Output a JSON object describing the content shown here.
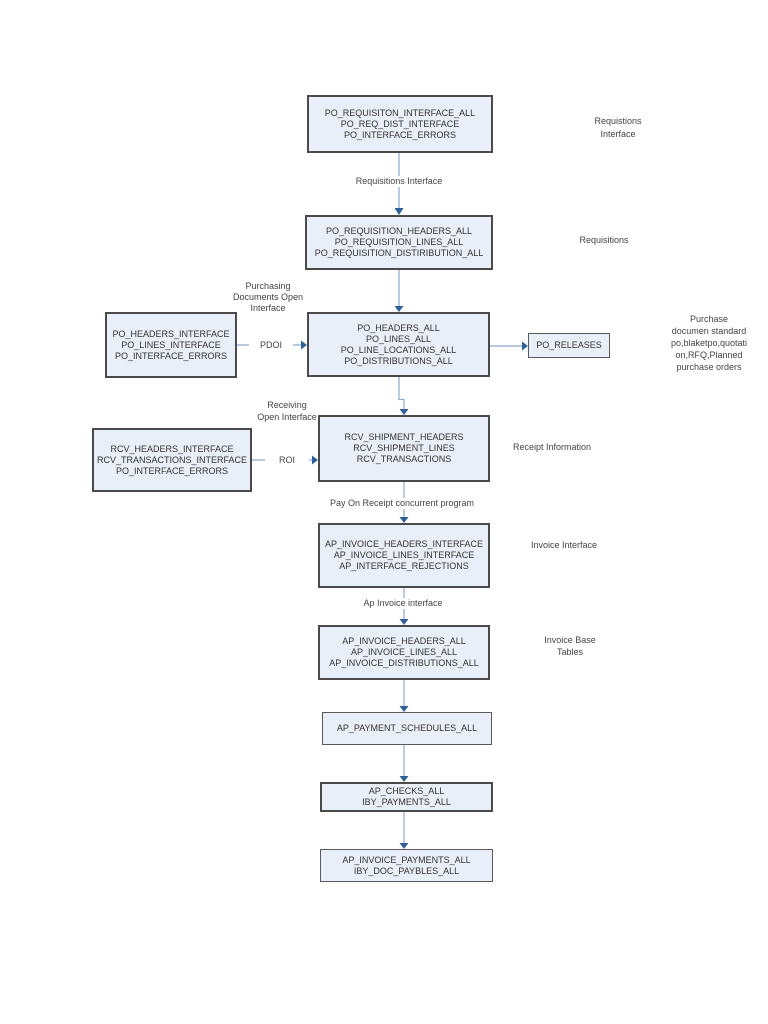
{
  "colors": {
    "box_fill": "#e9eff8",
    "box_border": "#4a4a4a",
    "connector_line": "#8ca9c9",
    "arrowhead": "#2f5f97",
    "text": "#333333"
  },
  "boxes": {
    "po_requisition_interface": {
      "lines": [
        "PO_REQUISITON_INTERFACE_ALL",
        "PO_REQ_DIST_INTERFACE",
        "PO_INTERFACE_ERRORS"
      ]
    },
    "po_requisition": {
      "lines": [
        "PO_REQUISITION_HEADERS_ALL",
        "PO_REQUISITION_LINES_ALL",
        "PO_REQUISITION_DISTIRIBUTION_ALL"
      ]
    },
    "po_interface": {
      "lines": [
        "PO_HEADERS_INTERFACE",
        "PO_LINES_INTERFACE",
        "PO_INTERFACE_ERRORS"
      ]
    },
    "po_base": {
      "lines": [
        "PO_HEADERS_ALL",
        "PO_LINES_ALL",
        "PO_LINE_LOCATIONS_ALL",
        "PO_DISTRIBUTIONS_ALL"
      ]
    },
    "po_releases": {
      "lines": [
        "PO_RELEASES"
      ]
    },
    "rcv_interface": {
      "lines": [
        "RCV_HEADERS_INTERFACE",
        "RCV_TRANSACTIONS_INTERFACE",
        "PO_INTERFACE_ERRORS"
      ]
    },
    "rcv_base": {
      "lines": [
        "RCV_SHIPMENT_HEADERS",
        "RCV_SHIPMENT_LINES",
        "RCV_TRANSACTIONS"
      ]
    },
    "ap_invoice_interface": {
      "lines": [
        "AP_INVOICE_HEADERS_INTERFACE",
        "AP_INVOICE_LINES_INTERFACE",
        "AP_INTERFACE_REJECTIONS"
      ]
    },
    "ap_invoice_base": {
      "lines": [
        "AP_INVOICE_HEADERS_ALL",
        "AP_INVOICE_LINES_ALL",
        "AP_INVOICE_DISTRIBUTIONS_ALL"
      ]
    },
    "ap_payment_schedules": {
      "lines": [
        "AP_PAYMENT_SCHEDULES_ALL"
      ]
    },
    "ap_checks": {
      "lines": [
        "AP_CHECKS_ALL",
        "IBY_PAYMENTS_ALL"
      ]
    },
    "ap_invoice_payments": {
      "lines": [
        "AP_INVOICE_PAYMENTS_ALL",
        "IBY_DOC_PAYBLES_ALL"
      ]
    }
  },
  "side_labels": {
    "requisitions_interface": {
      "lines": [
        "Requistions",
        "Interface"
      ]
    },
    "requisitions": {
      "lines": [
        "Requisitions"
      ]
    },
    "purchase_documents": {
      "lines": [
        "Purchase",
        "documen standard",
        "po,blaketpo,quotati",
        "on,RFQ,Planned",
        "purchase orders"
      ]
    },
    "receipt_information": {
      "lines": [
        "Receipt Information"
      ]
    },
    "invoice_interface": {
      "lines": [
        "Invoice Interface"
      ]
    },
    "invoice_base_tables": {
      "lines": [
        "Invoice Base",
        "Tables"
      ]
    }
  },
  "edge_labels": {
    "requisitions_interface": "Requisitions Interface",
    "purchasing_documents_open_interface": {
      "lines": [
        "Purchasing",
        "Documents Open",
        "Interface"
      ]
    },
    "pdoi": "PDOI",
    "receiving_open_interface": {
      "lines": [
        "Receiving",
        "Open Interface"
      ]
    },
    "roi": "ROI",
    "pay_on_receipt": "Pay On Receipt concurrent program",
    "ap_invoice_interface": "Ap Invoice interface"
  }
}
